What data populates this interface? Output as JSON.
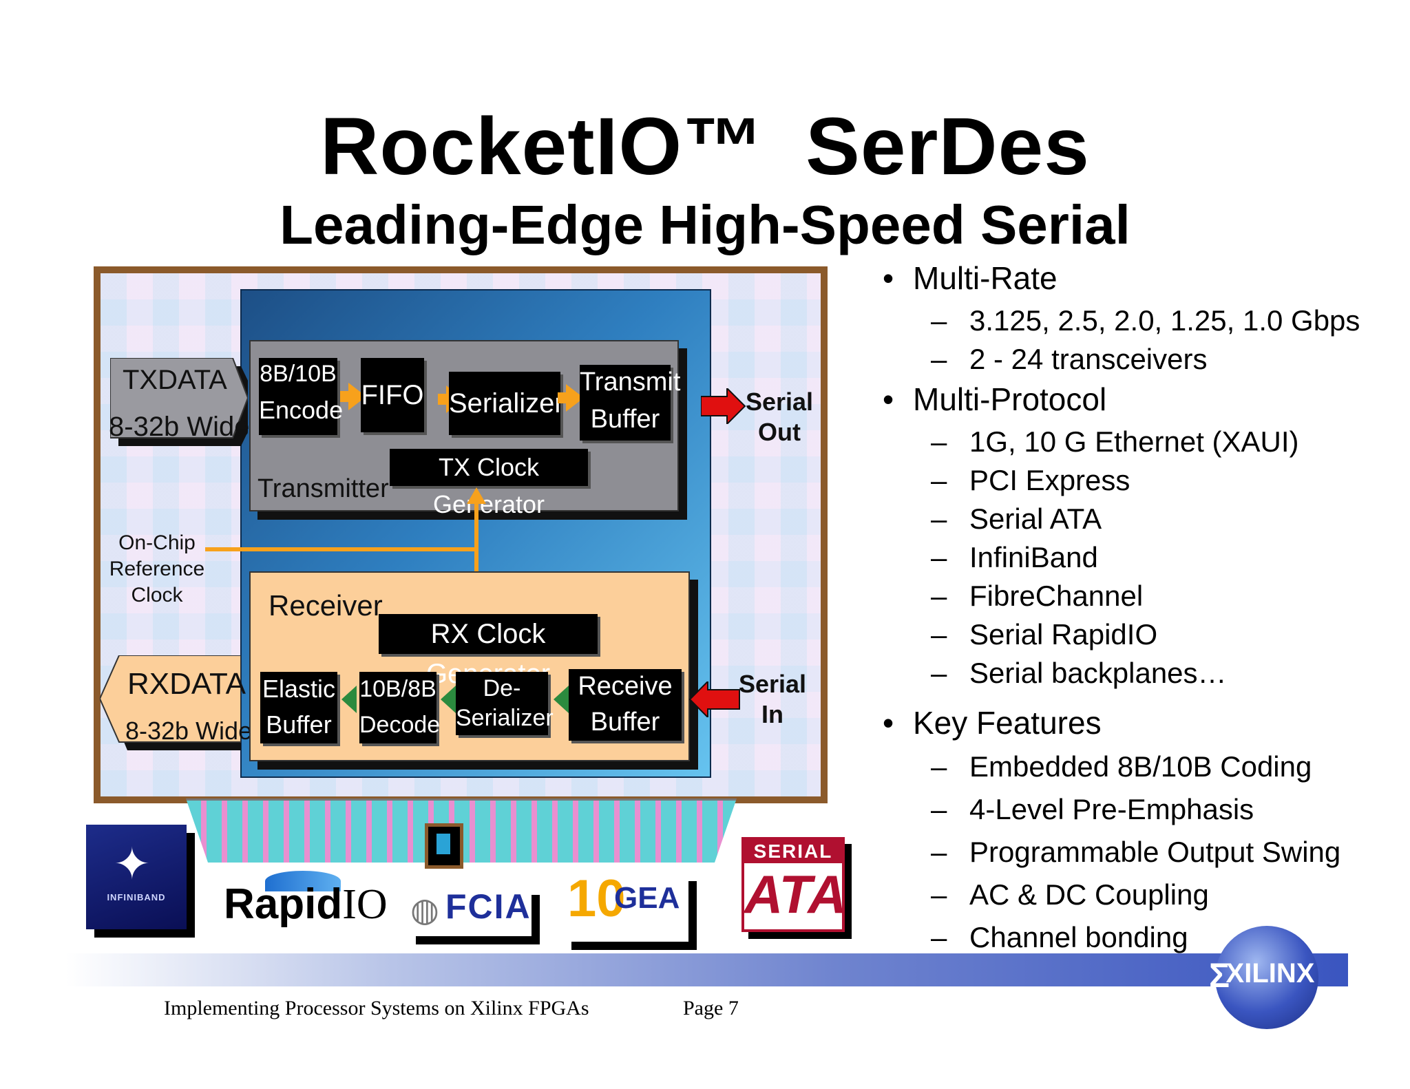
{
  "title": {
    "part1": "RocketIO™",
    "part2": "SerDes"
  },
  "subtitle": "Leading-Edge High-Speed Serial",
  "diagram": {
    "txdata": {
      "line1": "TXDATA",
      "line2": "8-32b Wide"
    },
    "rxdata": {
      "line1": "RXDATA",
      "line2": "8-32b Wide"
    },
    "transmitter_label": "Transmitter",
    "receiver_label": "Receiver",
    "tx": {
      "encode": {
        "line1": "8B/10B",
        "line2": "Encode"
      },
      "fifo": "FIFO",
      "serializer": "Serializer",
      "transmit_buffer": {
        "line1": "Transmit",
        "line2": "Buffer"
      },
      "clock": "TX Clock Generator"
    },
    "rx": {
      "clock": "RX Clock Generator",
      "elastic_buffer": {
        "line1": "Elastic",
        "line2": "Buffer"
      },
      "decode": {
        "line1": "10B/8B",
        "line2": "Decode"
      },
      "deserializer": {
        "line1": "De-",
        "line2": "Serializer"
      },
      "receive_buffer": {
        "line1": "Receive",
        "line2": "Buffer"
      }
    },
    "ref_clock": {
      "line1": "On-Chip",
      "line2": "Reference",
      "line3": "Clock"
    },
    "serial_out": {
      "line1": "Serial",
      "line2": "Out"
    },
    "serial_in": {
      "line1": "Serial",
      "line2": "In"
    }
  },
  "bullets": [
    {
      "label": "Multi-Rate",
      "items": [
        "3.125, 2.5, 2.0, 1.25, 1.0 Gbps",
        "2 - 24 transceivers"
      ]
    },
    {
      "label": "Multi-Protocol",
      "items": [
        "1G, 10 G Ethernet (XAUI)",
        "PCI Express",
        "Serial ATA",
        "InfiniBand",
        "FibreChannel",
        "Serial RapidIO",
        "Serial backplanes…"
      ]
    },
    {
      "label": "Key Features",
      "items": [
        "Embedded 8B/10B Coding",
        "4-Level Pre-Emphasis",
        "Programmable Output Swing",
        "AC & DC Coupling",
        "Channel bonding"
      ]
    }
  ],
  "logos": {
    "infiniband": "INFINIBAND",
    "rapidio": {
      "rapid": "Rapid",
      "io": "IO"
    },
    "fcia": "FCIA",
    "gea": {
      "ten": "10",
      "gea": "GEA"
    },
    "sata": {
      "top": "SERIAL",
      "ata": "ATA"
    },
    "xilinx": "XILINX"
  },
  "footer": {
    "left": "Implementing Processor Systems on Xilinx FPGAs",
    "page": "Page 7"
  },
  "colors": {
    "frame": "#8b5a2b",
    "arrow_orange": "#f7a11c",
    "arrow_red": "#e01010",
    "arrow_green": "#2b8a3e",
    "rx_fill": "#fccf9a",
    "tx_fill": "#8e8e94"
  }
}
